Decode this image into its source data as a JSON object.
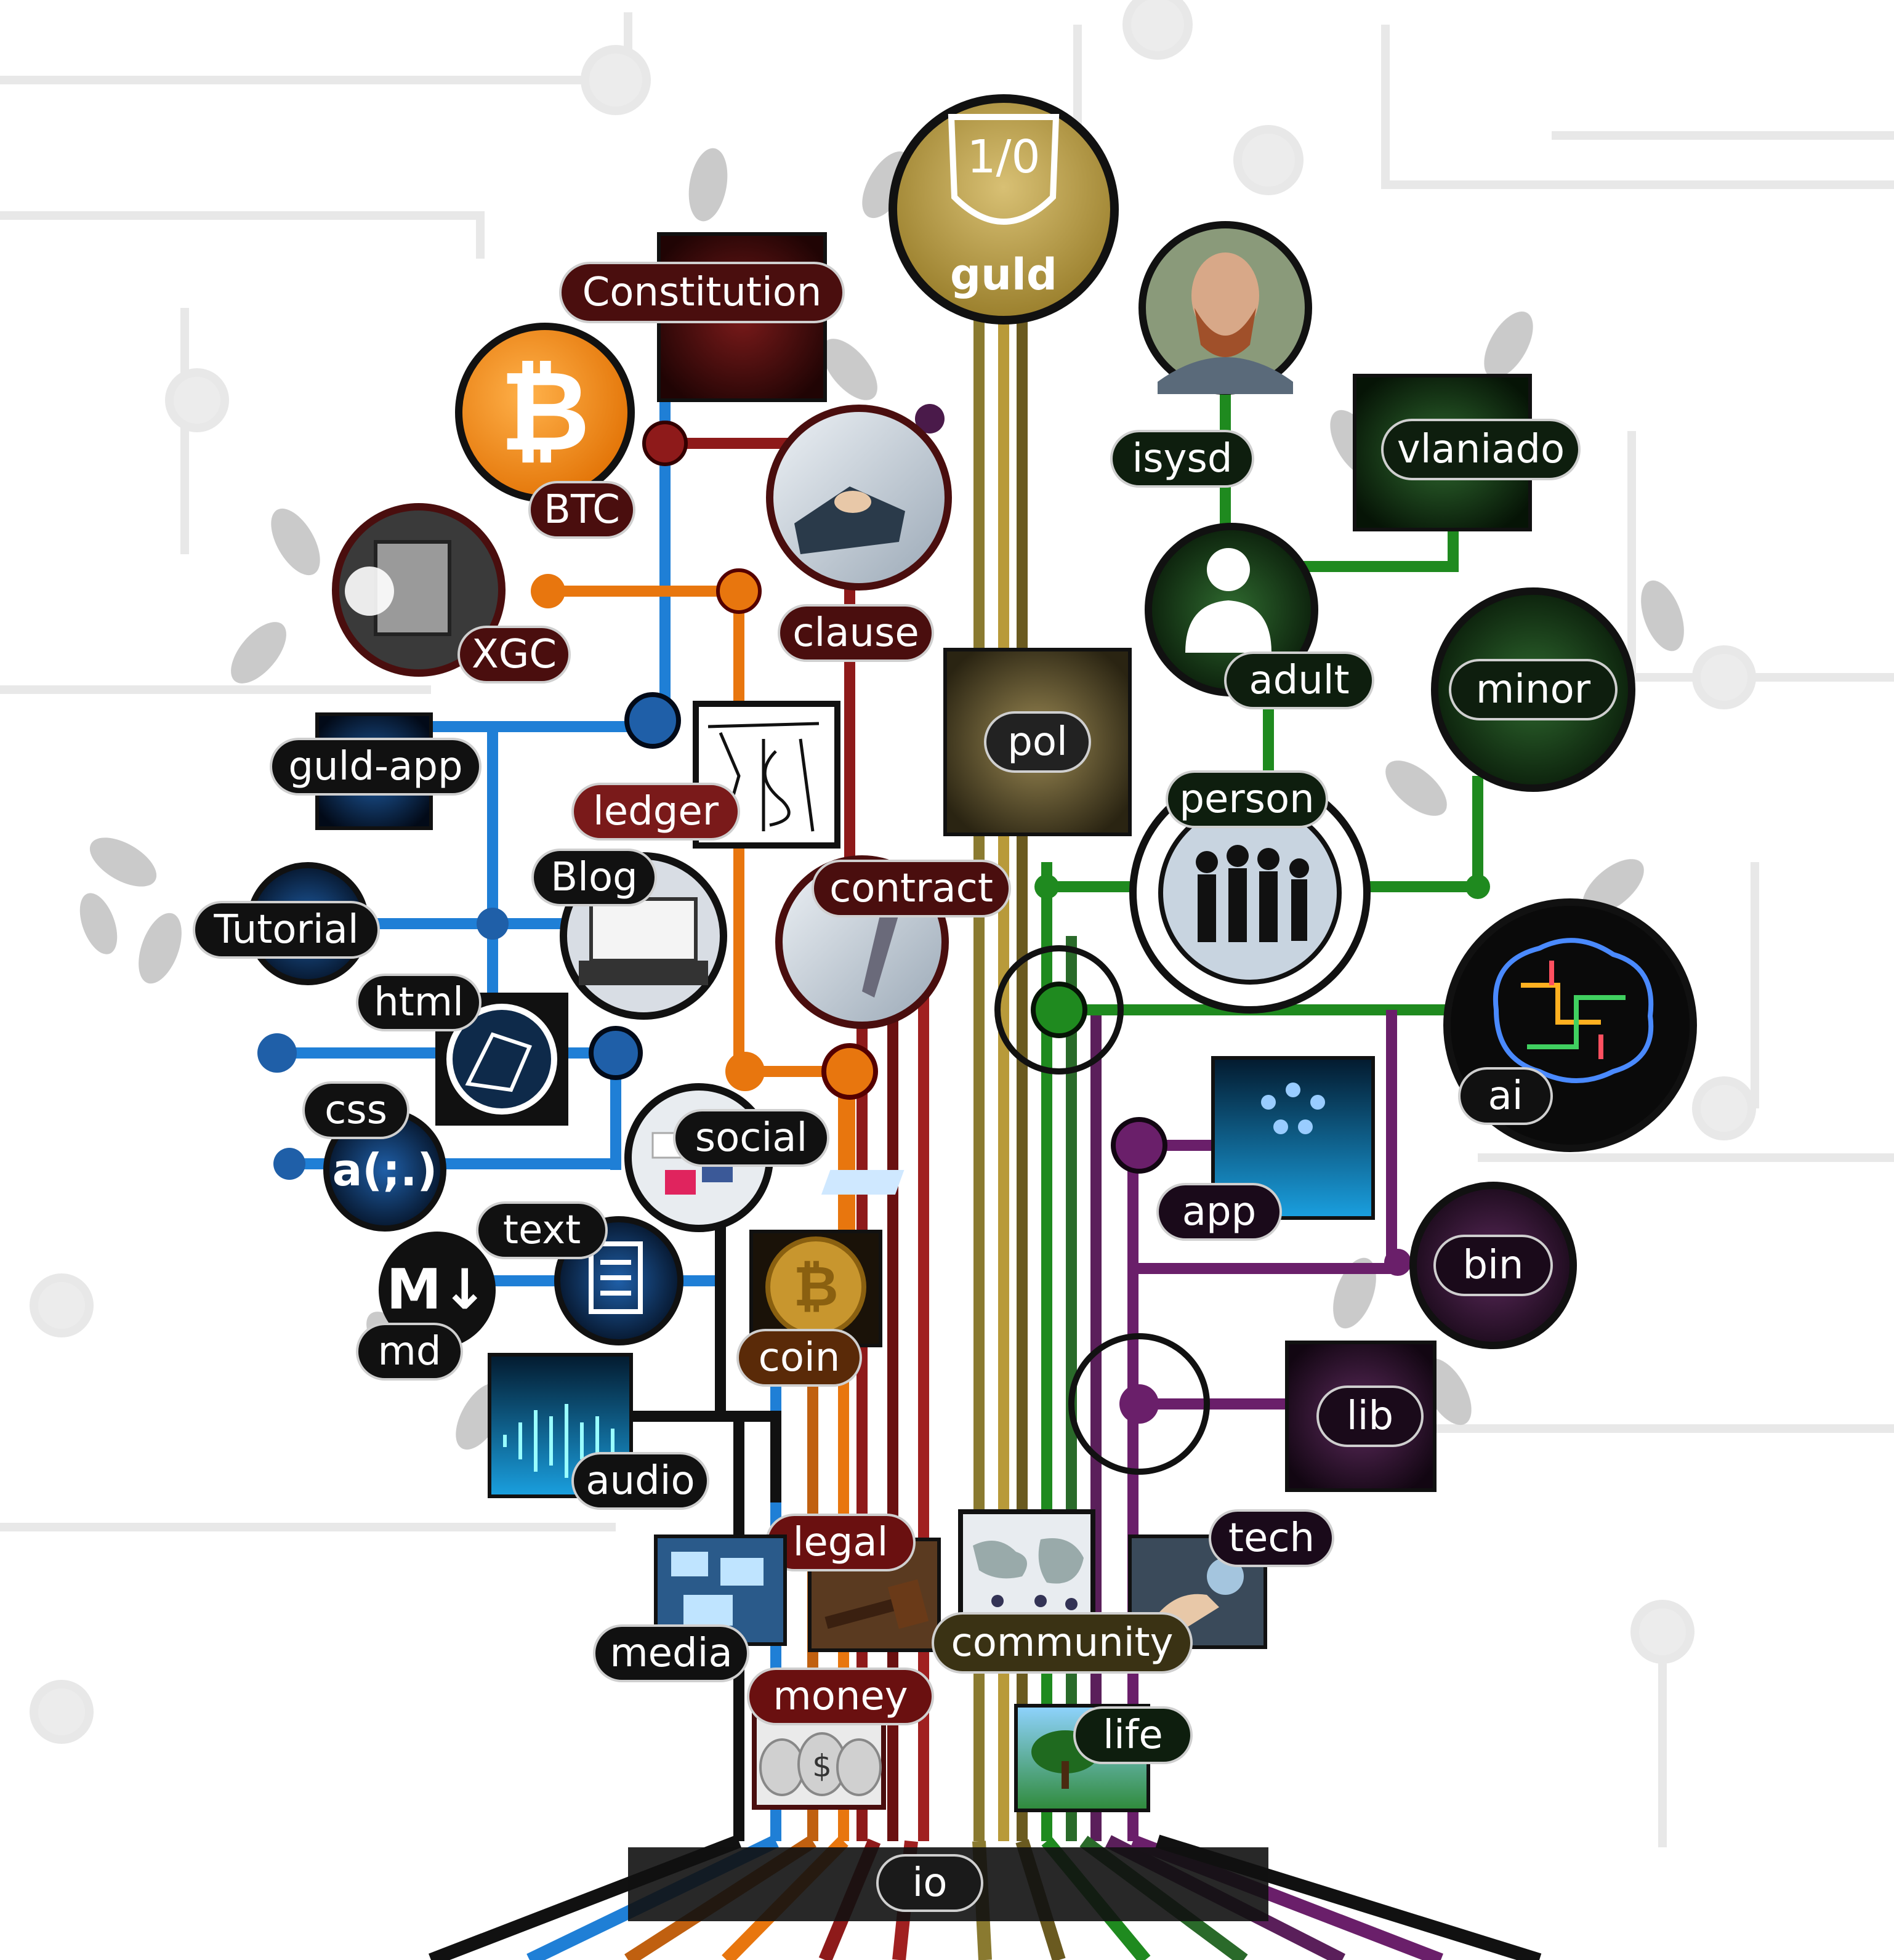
{
  "colors": {
    "background": "#ffffff",
    "circuit": "#e6e6e6",
    "leaf": "#bdbdbd",
    "orange": "#e8760e",
    "blue": "#1f7fd6",
    "red": "#8e1a1a",
    "gold": "#b89a3a",
    "green": "#1f8a1f",
    "purple": "#6a1f6a",
    "dark": "#111111"
  },
  "root": {
    "label": "io"
  },
  "top_node": {
    "label": "guld",
    "emblem": "1/0"
  },
  "nodes": {
    "constitution": {
      "label": "Constitution"
    },
    "btc": {
      "label": "BTC",
      "icon": "bitcoin-icon"
    },
    "xgc": {
      "label": "XGC",
      "icon": "vault-icon"
    },
    "clause": {
      "label": "clause",
      "icon": "handshake-icon"
    },
    "guld_app": {
      "label": "guld-app"
    },
    "ledger": {
      "label": "ledger",
      "icon": "ledger-sketch-icon"
    },
    "contract": {
      "label": "contract",
      "icon": "contract-pen-icon"
    },
    "tutorial": {
      "label": "Tutorial"
    },
    "blog": {
      "label": "Blog",
      "icon": "laptop-blog-icon"
    },
    "html": {
      "label": "html",
      "icon": "html-node-icon"
    },
    "css": {
      "label": "css",
      "icon_text": "a(;.)"
    },
    "social": {
      "label": "social",
      "icon": "social-keys-icon"
    },
    "text": {
      "label": "text",
      "icon": "document-icon"
    },
    "md": {
      "label": "md",
      "icon_text": "M↓"
    },
    "coin": {
      "label": "coin",
      "icon": "coin-icon"
    },
    "audio": {
      "label": "audio",
      "icon": "soundwave-icon"
    },
    "legal": {
      "label": "legal",
      "icon": "gavel-icon"
    },
    "media": {
      "label": "media",
      "icon": "media-screens-icon"
    },
    "money": {
      "label": "money",
      "icon": "money-bags-icon"
    },
    "pol": {
      "label": "pol"
    },
    "isysd": {
      "label": "isysd",
      "icon": "avatar-photo"
    },
    "vlaniado": {
      "label": "vlaniado"
    },
    "adult": {
      "label": "adult",
      "icon": "user-icon"
    },
    "minor": {
      "label": "minor"
    },
    "person": {
      "label": "person",
      "icon": "people-silhouettes-icon"
    },
    "ai": {
      "label": "ai",
      "icon": "circuit-brain-icon"
    },
    "app": {
      "label": "app",
      "icon": "tablet-apps-icon"
    },
    "bin": {
      "label": "bin"
    },
    "lib": {
      "label": "lib"
    },
    "tech": {
      "label": "tech",
      "icon": "tech-hand-icon"
    },
    "community": {
      "label": "community",
      "icon": "world-map-icon"
    },
    "life": {
      "label": "life",
      "icon": "tree-icon"
    }
  }
}
